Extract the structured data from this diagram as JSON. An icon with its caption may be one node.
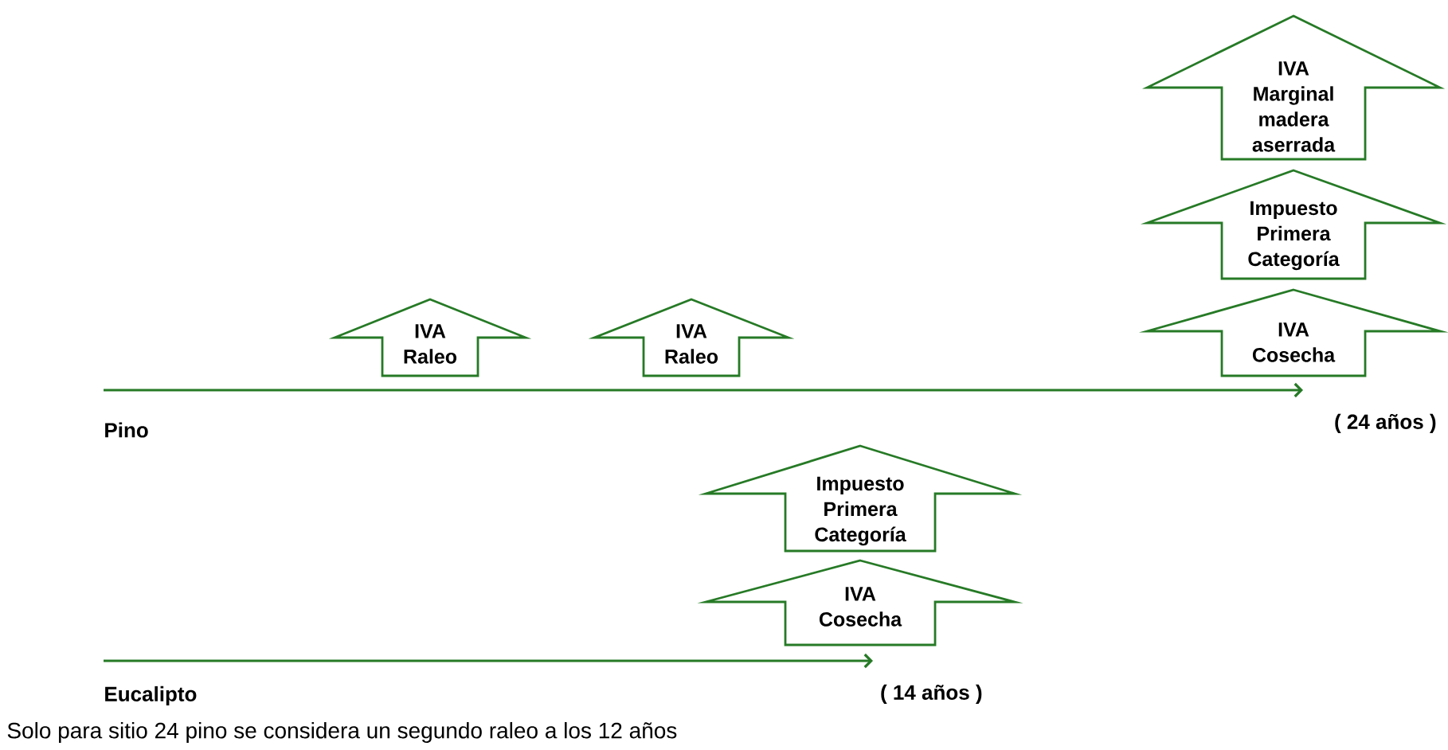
{
  "diagram": {
    "nodes": [
      {
        "text": [
          "IVA Marginal madera aserrada"
        ]
      },
      {
        "text": [
          "Impuesto Primera Categoría"
        ]
      },
      {
        "text": [
          "IVA Raleo"
        ]
      },
      {
        "text": [
          "IVA Raleo"
        ]
      },
      {
        "text": [
          "IVA Cosecha"
        ]
      },
      {
        "text": [
          "Impuesto Primera Categoría"
        ]
      },
      {
        "text": [
          "IVA Cosecha"
        ]
      }
    ],
    "labels": [
      "Pino",
      "( 24 años )",
      "Eucalipto",
      "( 14 años )",
      "Solo para sitio 24 pino se considera un segundo raleo a los 12 años"
    ]
  }
}
